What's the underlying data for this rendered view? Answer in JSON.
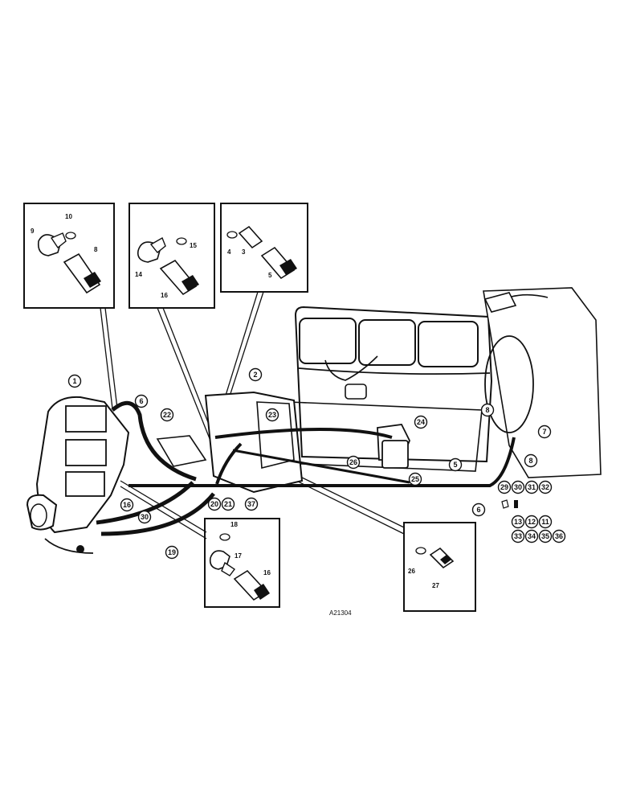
{
  "drawing_number": "A21304",
  "inset_boxes": [
    {
      "name": "inset-fitting-8-9-10",
      "labels": [
        "8",
        "9",
        "10"
      ]
    },
    {
      "name": "inset-fitting-13-14-15",
      "labels": [
        "15",
        "14",
        "16"
      ]
    },
    {
      "name": "inset-fitting-3-4-5",
      "labels": [
        "4",
        "3",
        "5"
      ]
    },
    {
      "name": "inset-fitting-16-17-18",
      "labels": [
        "18",
        "17",
        "16"
      ]
    },
    {
      "name": "inset-fitting-26-27",
      "labels": [
        "26",
        "27"
      ]
    }
  ],
  "callouts": [
    "1",
    "2",
    "6",
    "22",
    "23",
    "24",
    "8",
    "7",
    "8",
    "5",
    "25",
    "26",
    "16",
    "30",
    "19",
    "20",
    "21",
    "37",
    "29",
    "30",
    "31",
    "32",
    "13",
    "12",
    "11",
    "33",
    "34",
    "35",
    "36",
    "6"
  ]
}
